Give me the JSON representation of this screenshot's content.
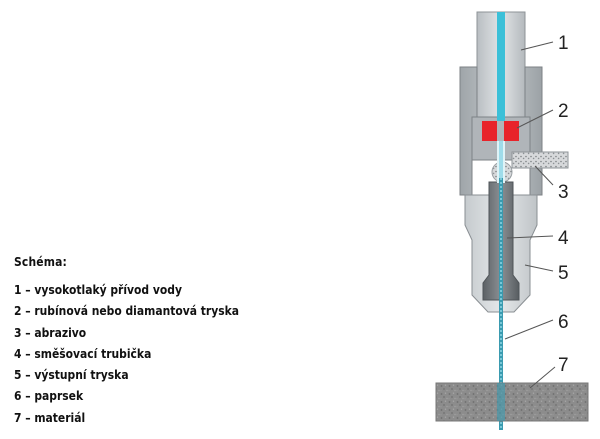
{
  "legend": {
    "title": "Schéma:",
    "items": [
      "1 – vysokotlaký přívod vody",
      "2 – rubínová nebo diamantová tryska",
      "3 – abrazivo",
      "4 – směšovací trubička",
      "5 – výstupní tryska",
      "6 – paprsek",
      "7 – materiál"
    ]
  },
  "callouts": [
    "1",
    "2",
    "3",
    "4",
    "5",
    "6",
    "7"
  ],
  "colors": {
    "water": "#3cc0d8",
    "jewel": "#e8232a",
    "body_light": "#cfd3d6",
    "body_mid": "#9aa0a4",
    "body_dark": "#6a6f73",
    "material": "#8a8a8a"
  }
}
